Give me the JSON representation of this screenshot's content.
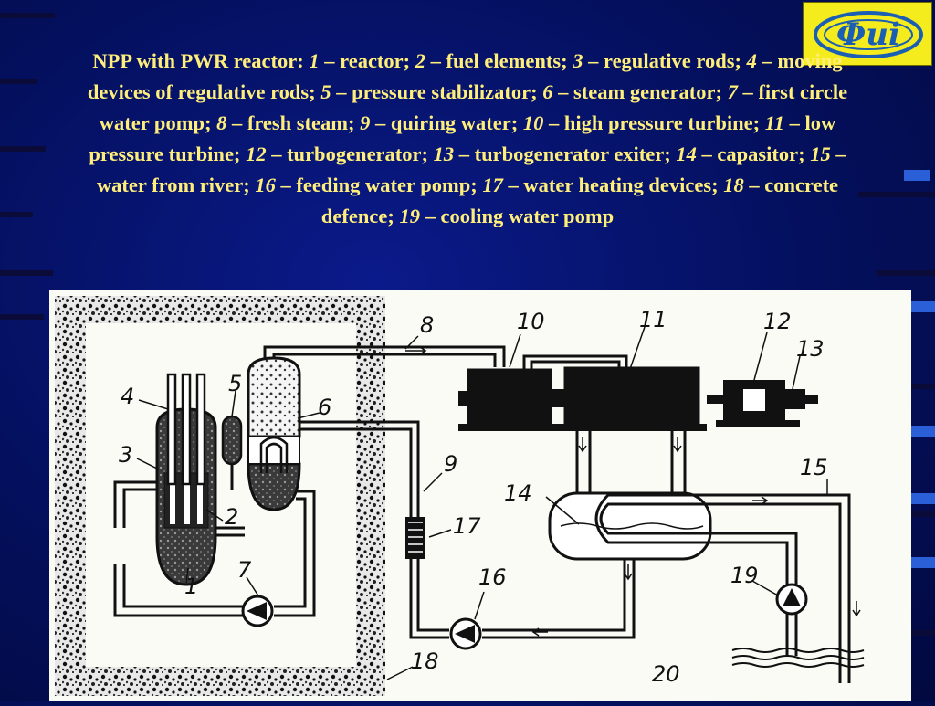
{
  "logo": {
    "text": "Фиі",
    "bg_color": "#f4ec1c",
    "text_color": "#1a5fb4"
  },
  "caption": {
    "lead": "NPP with PWR reactor: ",
    "items": [
      {
        "n": "1",
        "t": "reactor"
      },
      {
        "n": "2",
        "t": "fuel elements"
      },
      {
        "n": "3",
        "t": "regulative rods"
      },
      {
        "n": "4",
        "t": "moving devices of  regulative rods"
      },
      {
        "n": "5",
        "t": "pressure stabilizator"
      },
      {
        "n": "6",
        "t": "steam generator"
      },
      {
        "n": "7",
        "t": "first circle water pomp"
      },
      {
        "n": "8",
        "t": "fresh steam"
      },
      {
        "n": "9",
        "t": "quiring water"
      },
      {
        "n": "10",
        "t": "high pressure turbine"
      },
      {
        "n": "11",
        "t": "low pressure turbine"
      },
      {
        "n": "12",
        "t": "turbogenerator"
      },
      {
        "n": "13",
        "t": "turbogenerator exiter"
      },
      {
        "n": "14",
        "t": "capasitor"
      },
      {
        "n": "15",
        "t": "water from river"
      },
      {
        "n": "16",
        "t": "feeding water pomp"
      },
      {
        "n": "17",
        "t": "water heating devices"
      },
      {
        "n": "18",
        "t": "concrete defence"
      },
      {
        "n": "19",
        "t": "cooling water pomp"
      }
    ]
  },
  "diagram_labels": {
    "l1": "1",
    "l2": "2",
    "l3": "3",
    "l4": "4",
    "l5": "5",
    "l6": "6",
    "l7": "7",
    "l8": "8",
    "l9": "9",
    "l10": "10",
    "l11": "11",
    "l12": "12",
    "l13": "13",
    "l14": "14",
    "l15": "15",
    "l16": "16",
    "l17": "17",
    "l18": "18",
    "l19": "19",
    "l20": "20"
  }
}
